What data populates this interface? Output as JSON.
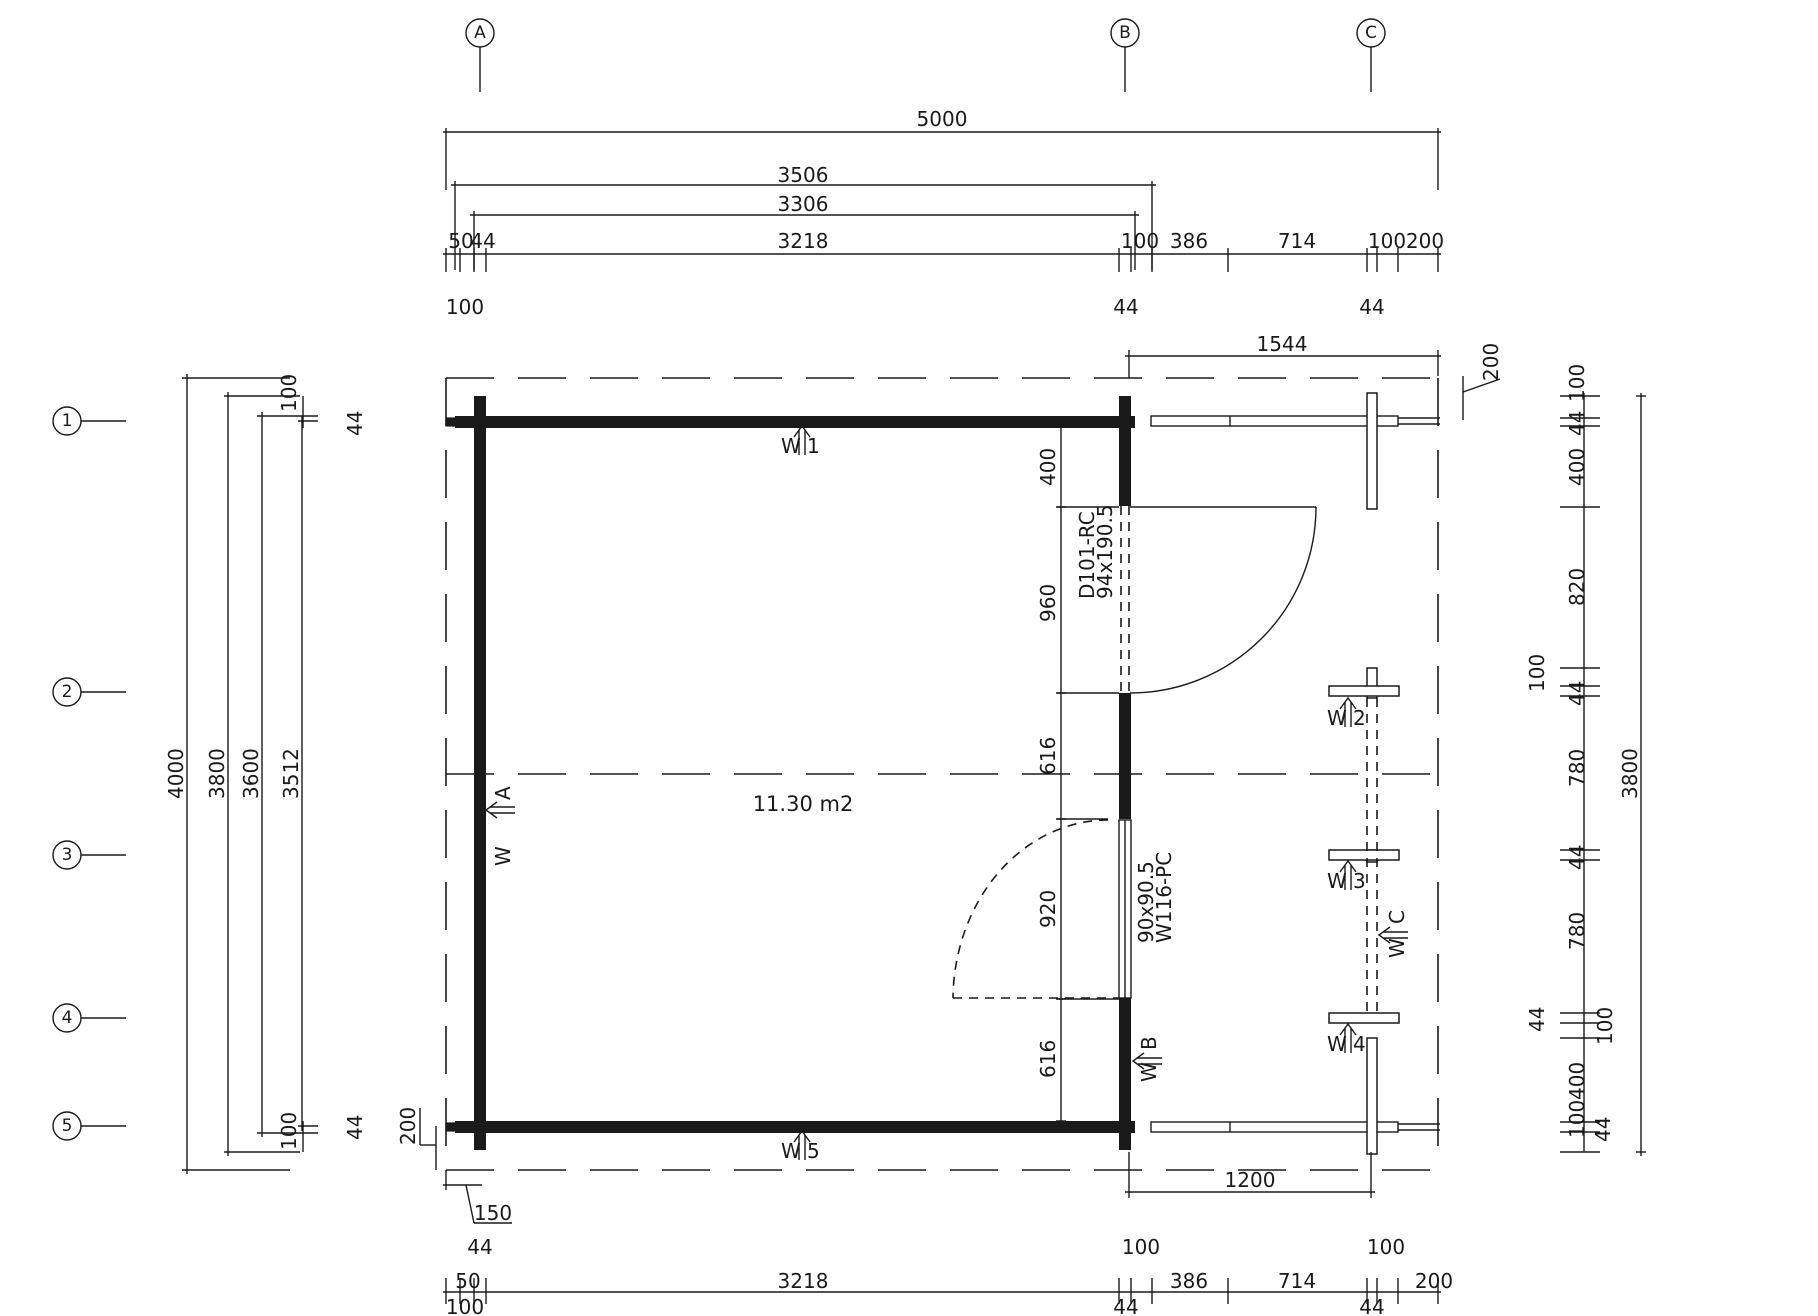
{
  "plan": {
    "area_label": "11.30  m2",
    "grid_columns": [
      "A",
      "B",
      "C"
    ],
    "grid_rows": [
      "1",
      "2",
      "3",
      "4",
      "5"
    ],
    "openings": {
      "door_code": "D101-RC",
      "door_size": "94x190.5",
      "window_code": "W116-PC",
      "window_size": "90x90.5"
    },
    "wall_tags": [
      "W",
      "1",
      "5",
      "A",
      "B",
      "2",
      "3",
      "4",
      "C"
    ],
    "dimensions": {
      "top_overall": "5000",
      "top_3506": "3506",
      "top_3306": "3306",
      "top_chain": [
        "50",
        "44",
        "3218",
        "100",
        "386",
        "714",
        "100",
        "200"
      ],
      "top_under": [
        "100",
        "44",
        "44"
      ],
      "right_1544": "1544",
      "right_200": "200",
      "bottom_1200": "1200",
      "bottom_150": "150",
      "bottom_200": "200",
      "bottom_over": [
        "44",
        "100",
        "100"
      ],
      "bottom_chain": [
        "50",
        "3218",
        "386",
        "714",
        "200"
      ],
      "bottom_under": [
        "100",
        "44",
        "44"
      ],
      "left_totals": [
        "4000",
        "3800",
        "3600",
        "3512"
      ],
      "left_small": [
        "100",
        "44",
        "100",
        "44"
      ],
      "interior": [
        "400",
        "960",
        "616",
        "920",
        "616"
      ],
      "right_chain": [
        "100",
        "44",
        "400",
        "820",
        "100",
        "44",
        "780",
        "44",
        "780",
        "44",
        "100",
        "400",
        "100",
        "44"
      ],
      "right_total": "3800"
    }
  }
}
